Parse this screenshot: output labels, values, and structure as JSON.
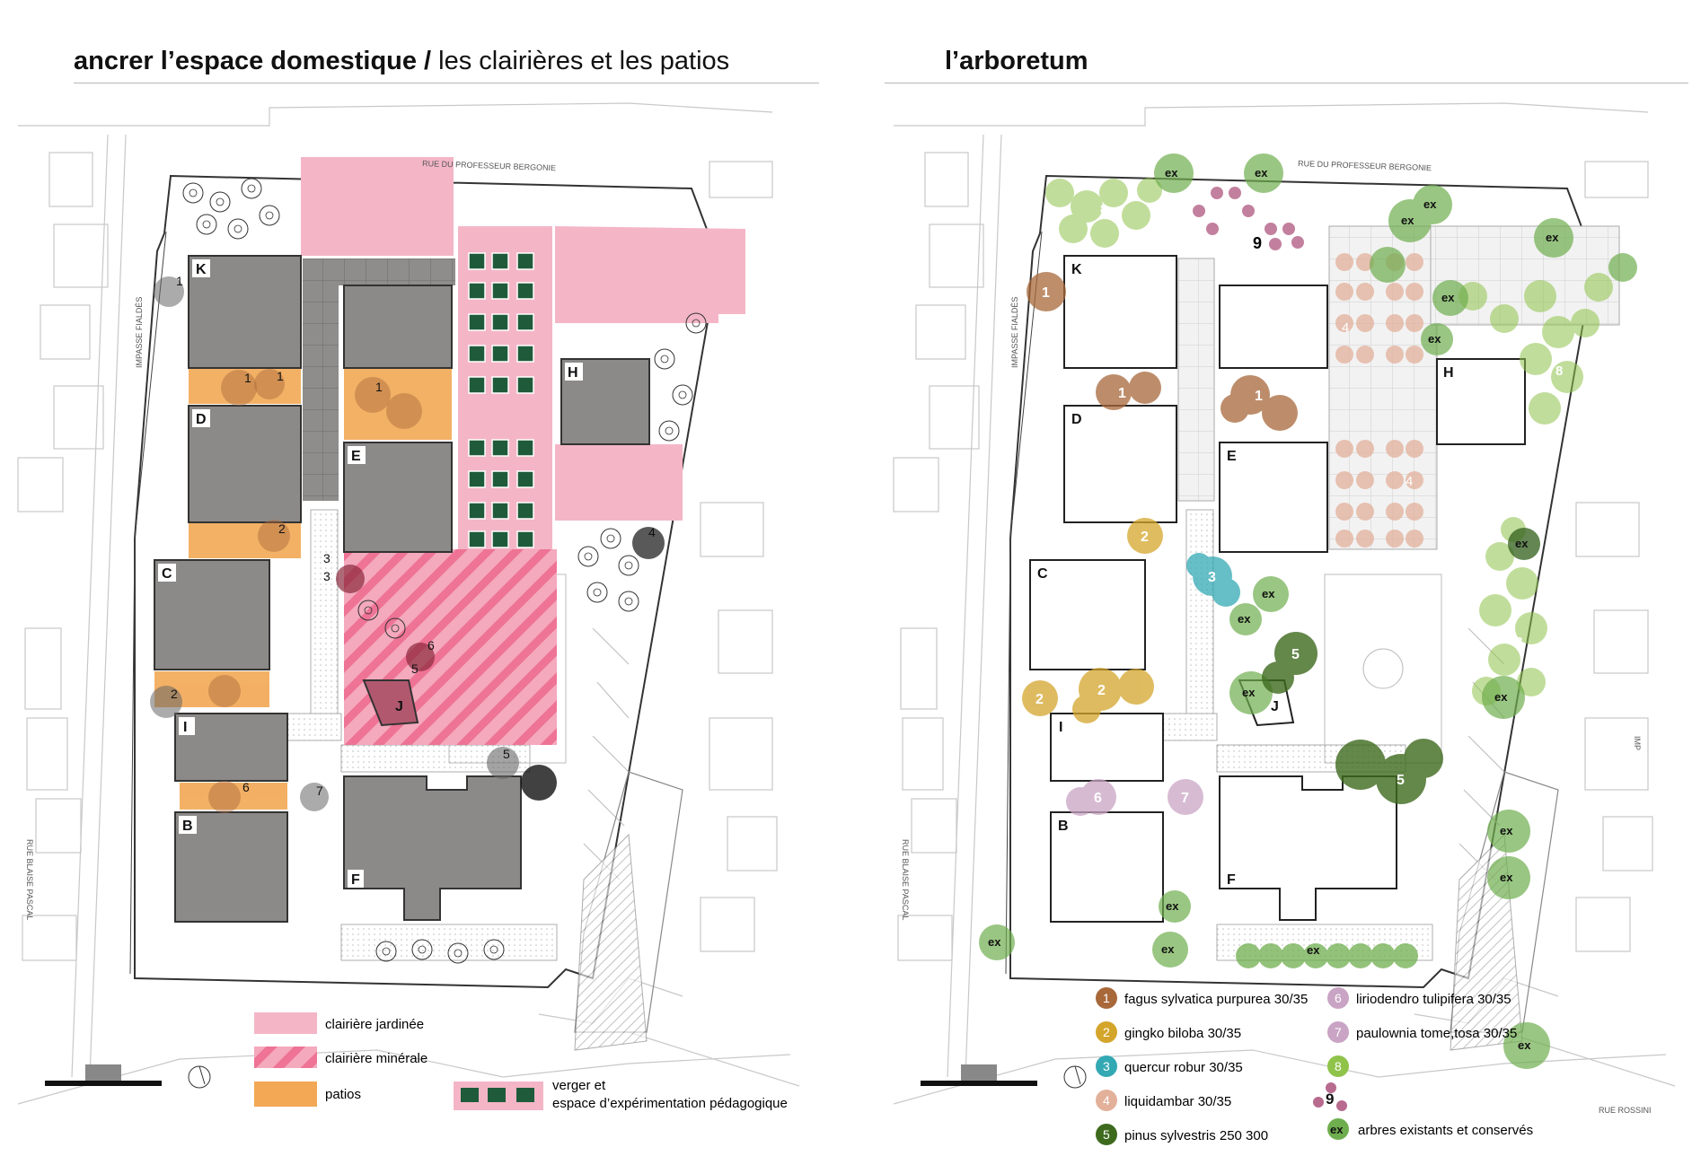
{
  "left": {
    "title_bold": "ancrer l’espace domestique /",
    "title_light": " les clairières et les patios",
    "legend": {
      "clairiere_jardinee": "clairière jardinée",
      "clairiere_minerale": "clairière minérale",
      "patios": "patios",
      "verger_line1": "verger et",
      "verger_line2": "espace d’expérimentation pédagogique"
    }
  },
  "right": {
    "title": "l’arboretum",
    "legend": [
      {
        "num": "1",
        "label": "fagus sylvatica purpurea 30/35",
        "color": "#a8683a"
      },
      {
        "num": "2",
        "label": "gingko biloba 30/35",
        "color": "#d4a52b"
      },
      {
        "num": "3",
        "label": "quercur robur 30/35",
        "color": "#33a9b4"
      },
      {
        "num": "4",
        "label": "liquidambar 30/35",
        "color": "#e3b09a"
      },
      {
        "num": "5",
        "label": "pinus sylvestris 250 300",
        "color": "#3e6a1e"
      },
      {
        "num": "6",
        "label": "liriodendro tulipifera 30/35",
        "color": "#c9a4c4"
      },
      {
        "num": "7",
        "label": "paulownia tome,tosa 30/35",
        "color": "#c9a4c4"
      },
      {
        "num": "8",
        "label": "",
        "color": "#8fc34a"
      },
      {
        "num": "9",
        "label": "",
        "color": "#b86b8e"
      },
      {
        "num": "ex",
        "label": "arbres existants et conservés",
        "color": "#6fae4e"
      }
    ]
  },
  "buildings": [
    "K",
    "D",
    "E",
    "H",
    "C",
    "J",
    "I",
    "B",
    "F"
  ],
  "streets": {
    "north": "RUE DU PROFESSEUR BERGONIE",
    "west_alley": "IMPASSE FIALDÈS",
    "west": "RUE BLAISE PASCAL",
    "south": "RUE ROSSINI",
    "east_alley": "IMP"
  },
  "colors": {
    "pink": "#f4b6c7",
    "pink_strong": "#ef7f9d",
    "orange": "#f2a855",
    "building_grey": "#8c8a89",
    "verger_green": "#1f5b3a"
  }
}
